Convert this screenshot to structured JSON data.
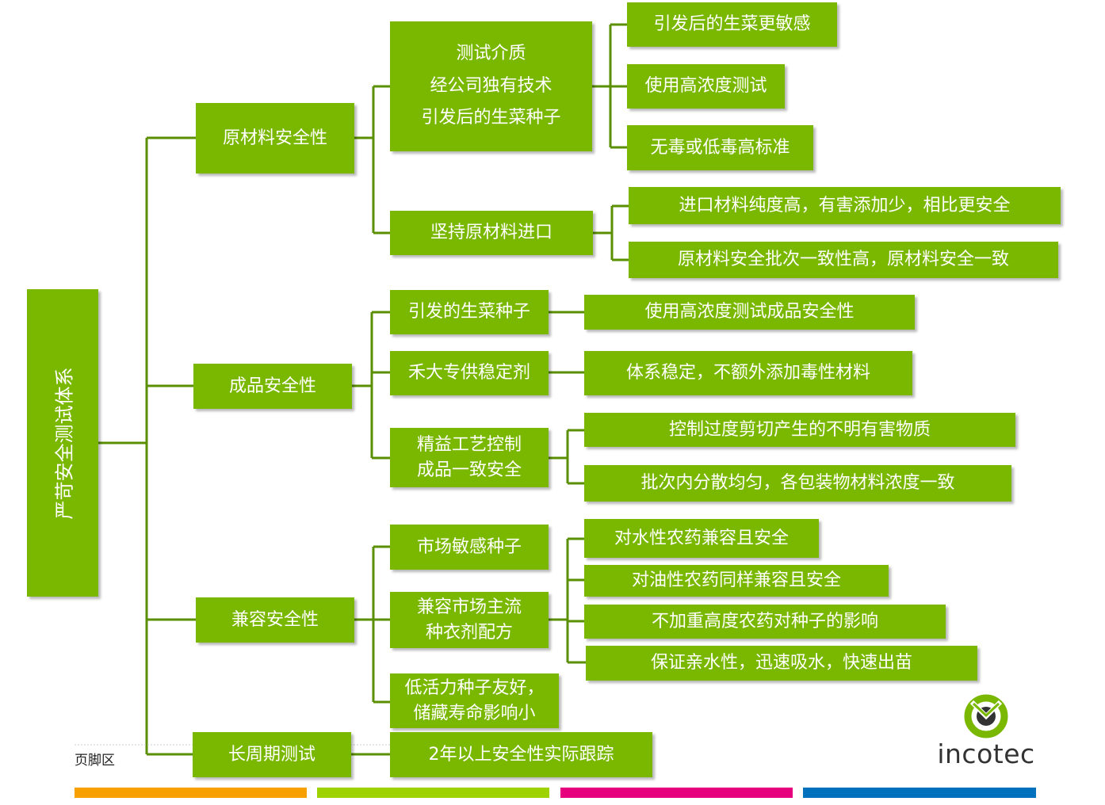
{
  "colors": {
    "node_fill": "#7ab800",
    "connector": "#5a8f00",
    "bar_orange": "#f7a000",
    "bar_green": "#9ed300",
    "bar_pink": "#e6007e",
    "bar_blue": "#0071bc",
    "logo_green": "#7ab800"
  },
  "root": {
    "label": "严苛安全测试体系"
  },
  "level1": {
    "raw": "原材料安全性",
    "product": "成品安全性",
    "compat": "兼容安全性",
    "long": "长周期测试"
  },
  "level2": {
    "test_medium": [
      "测试介质",
      "经公司独有技术",
      "引发后的生菜种子"
    ],
    "import": "坚持原材料进口",
    "seed": "引发的生菜种子",
    "stabilizer": "禾大专供稳定剂",
    "process": [
      "精益工艺控制",
      "成品一致安全"
    ],
    "market_seed": "市场敏感种子",
    "formula": [
      "兼容市场主流",
      "种衣剂配方"
    ],
    "low_vigor": [
      "低活力种子友好，",
      "储藏寿命影响小"
    ],
    "tracking": "2年以上安全性实际跟踪"
  },
  "level3": {
    "sensitive": "引发后的生菜更敏感",
    "high_conc": "使用高浓度测试",
    "low_tox": "无毒或低毒高标准",
    "purity": "进口材料纯度高，有害添加少，相比更安全",
    "batch": "原材料安全批次一致性高，原材料安全一致",
    "product_test": "使用高浓度测试成品安全性",
    "stable": "体系稳定，不额外添加毒性材料",
    "shear": "控制过度剪切产生的不明有害物质",
    "disperse": "批次内分散均匀，各包装物材料浓度一致",
    "water": "对水性农药兼容且安全",
    "oil": "对油性农药同样兼容且安全",
    "pesticide": "不加重高度农药对种子的影响",
    "hydro": "保证亲水性，迅速吸水，快速出苗"
  },
  "footer": {
    "label": "页脚区"
  },
  "logo": {
    "text": "incotec"
  }
}
